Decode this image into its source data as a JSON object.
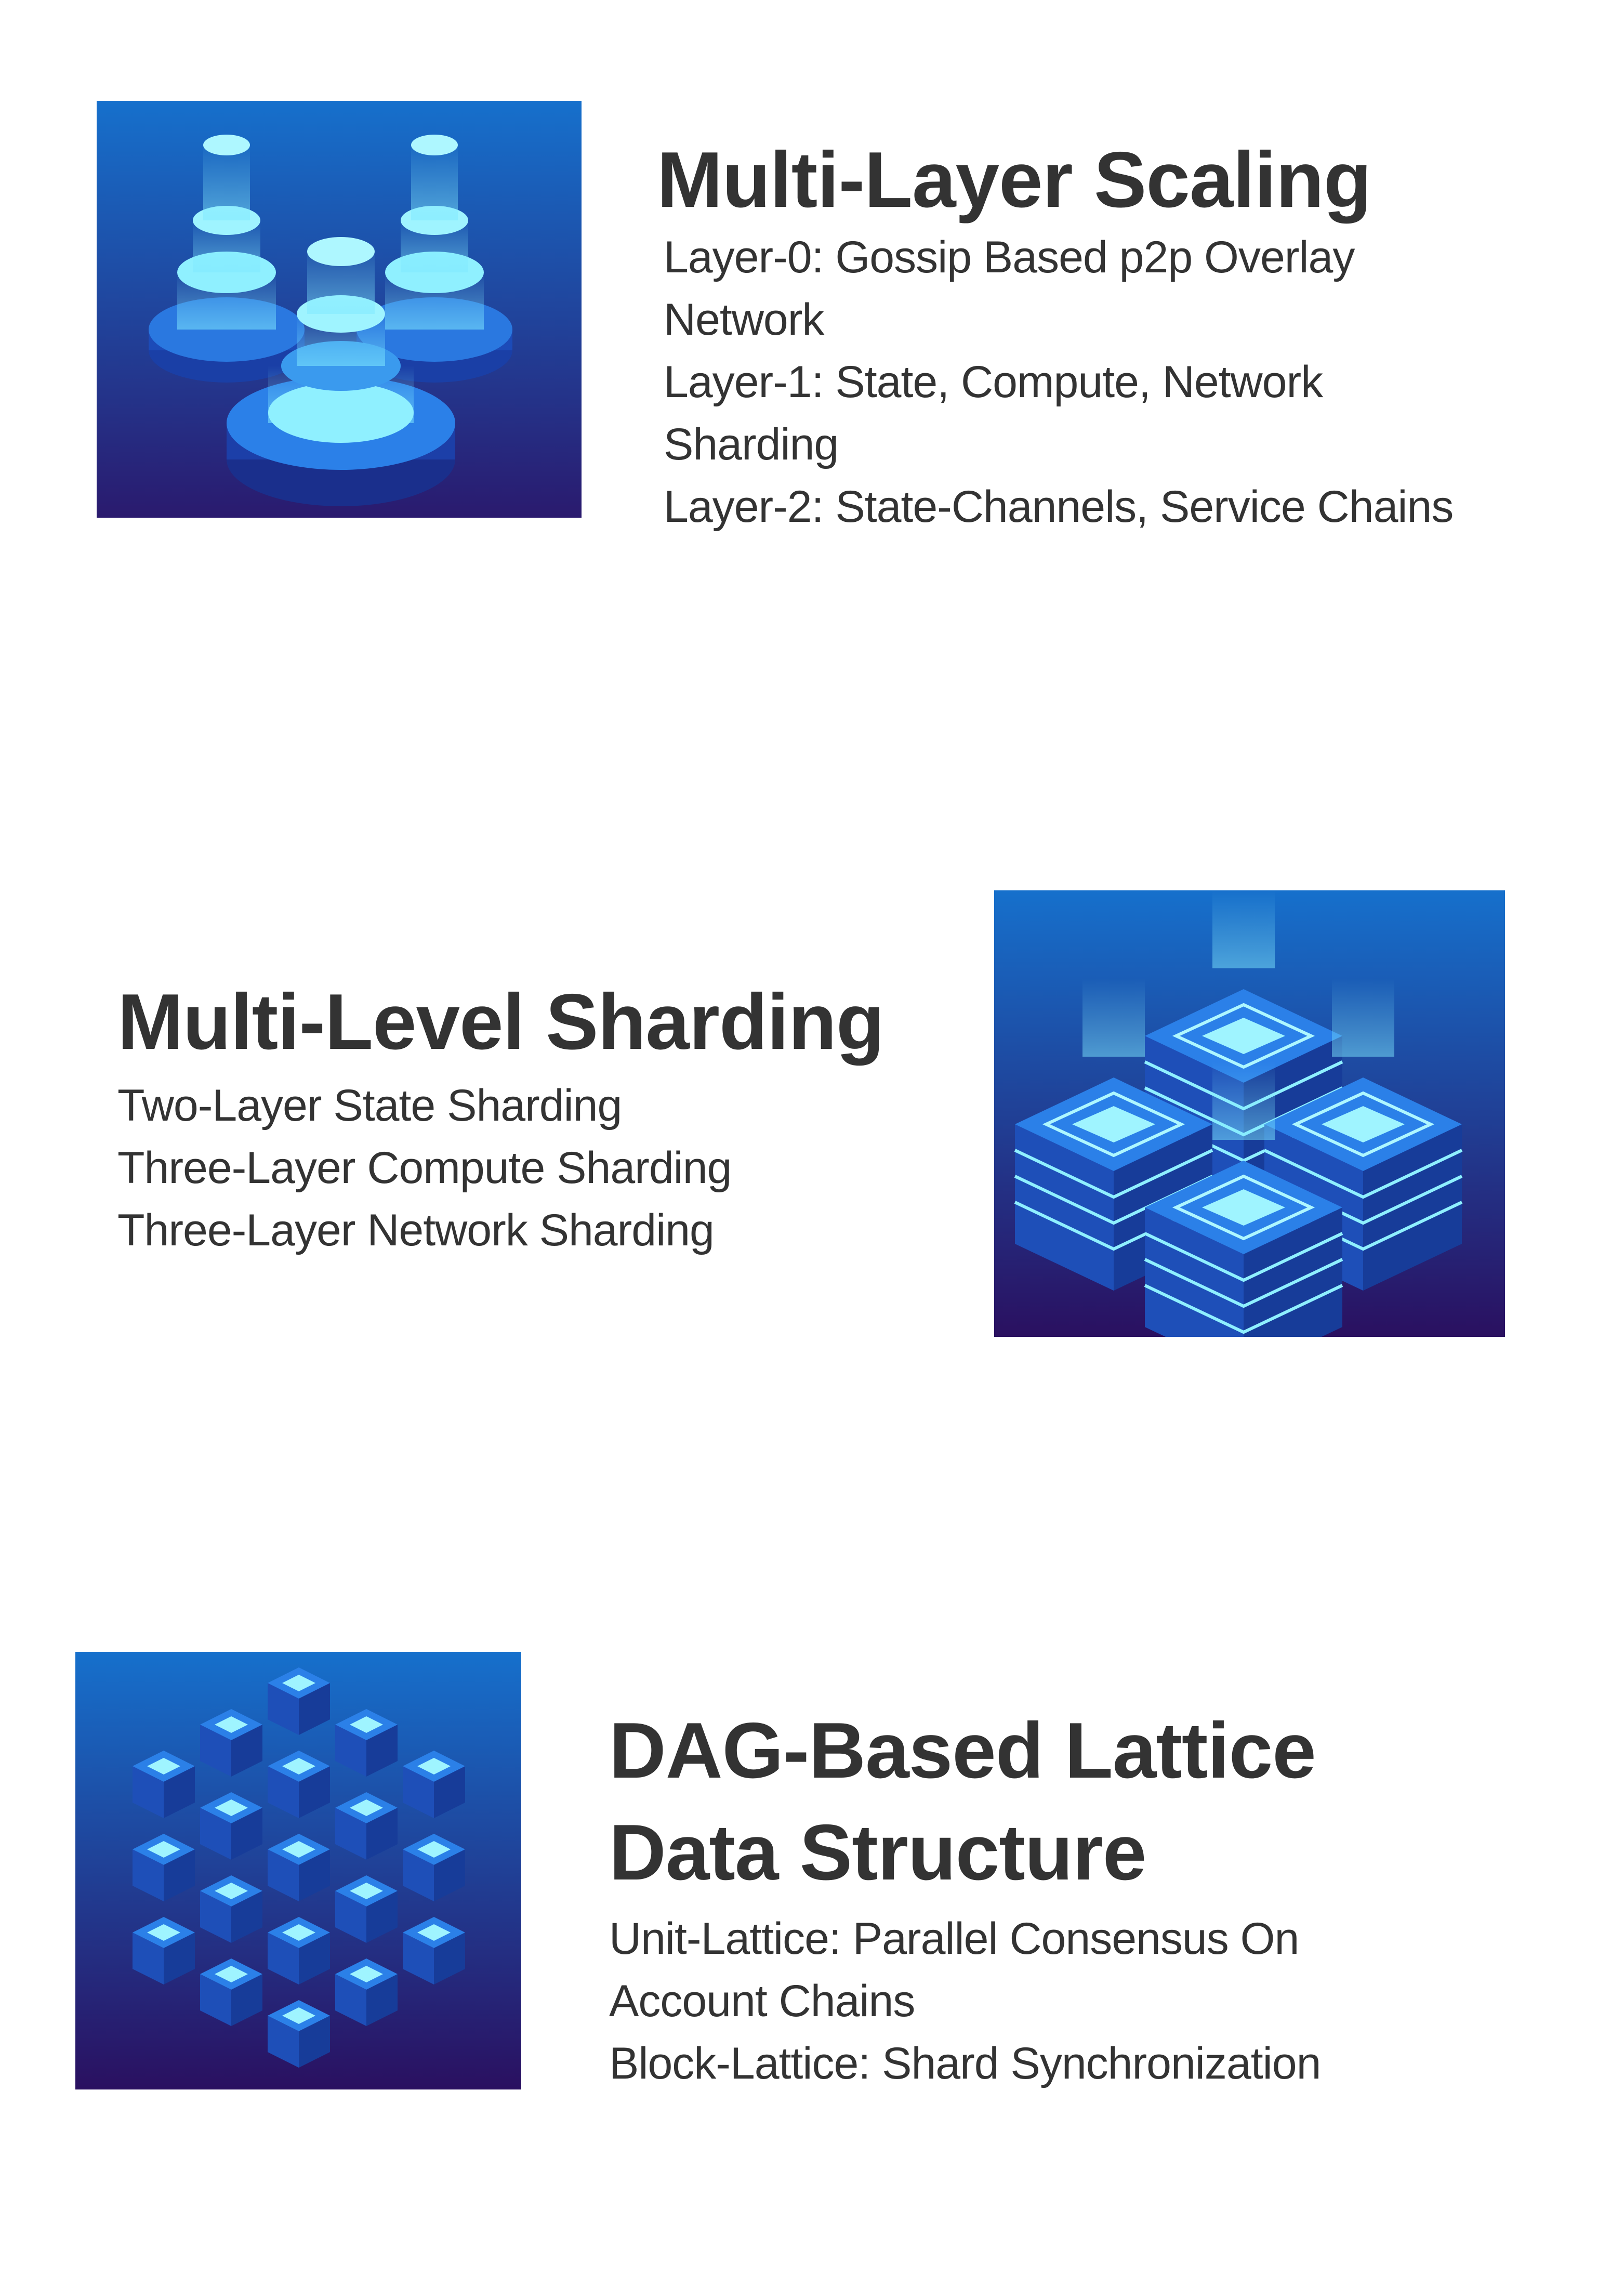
{
  "sections": [
    {
      "heading": "Multi-Layer Scaling",
      "lines": [
        "Layer-0: Gossip Based p2p Overlay",
        "Network",
        "Layer-1: State, Compute, Network",
        "Sharding",
        "Layer-2: State-Channels, Service Chains"
      ],
      "illustration": "stacked-cylinders-icon"
    },
    {
      "heading": "Multi-Level Sharding",
      "lines": [
        "Two-Layer State Sharding",
        "Three-Layer Compute Sharding",
        "Three-Layer Network Sharding"
      ],
      "illustration": "server-stacks-icon"
    },
    {
      "heading_lines": [
        "DAG-Based Lattice",
        "Data Structure"
      ],
      "lines": [
        "Unit-Lattice: Parallel Consensus On",
        "Account Chains",
        "Block-Lattice: Shard Synchronization"
      ],
      "illustration": "lattice-cubes-icon"
    }
  ],
  "colors": {
    "text": "#333333",
    "illustration_top": "#1565c0",
    "illustration_bottom": "#2a1a6e",
    "glow": "#7fe9ff"
  }
}
